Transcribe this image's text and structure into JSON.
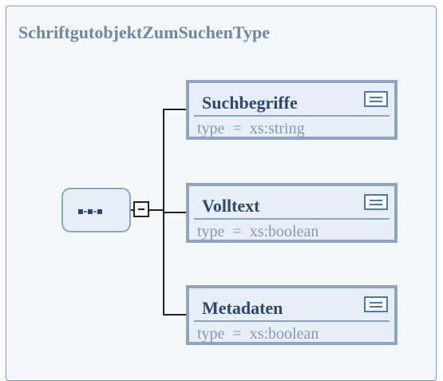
{
  "diagram": {
    "title": "SchriftgutobjektZumSuchenType",
    "compositor": {
      "kind": "sequence",
      "icon": "sequence-icon",
      "expanded": true
    },
    "elements": [
      {
        "name": "Suchbegriffe",
        "type_label": "type",
        "eq": "=",
        "type": "xs:string",
        "icon": "documentation-icon"
      },
      {
        "name": "Volltext",
        "type_label": "type",
        "eq": "=",
        "type": "xs:boolean",
        "icon": "documentation-icon"
      },
      {
        "name": "Metadaten",
        "type_label": "type",
        "eq": "=",
        "type": "xs:boolean",
        "icon": "documentation-icon"
      }
    ],
    "colors": {
      "title": "#6f86a6",
      "element_name": "#2f4672",
      "type_text": "#8798b3",
      "box_fill": "#e7eef8",
      "box_border": "#8fa4c3",
      "connector": "#222222"
    }
  }
}
